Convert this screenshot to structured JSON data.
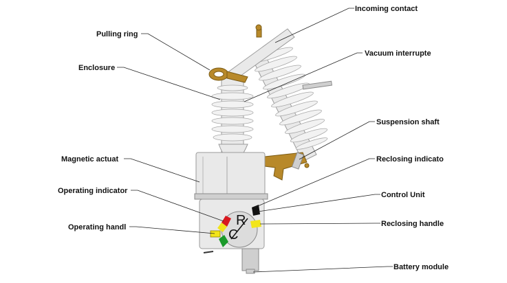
{
  "labels": {
    "incoming_contact": "Incoming contact",
    "pulling_ring": "Pulling ring",
    "vacuum_interrupter": "Vacuum interrupte",
    "enclosure": "Enclosure",
    "suspension_shaft": "Suspension shaft",
    "magnetic_actuator": "Magnetic actuat",
    "reclosing_indicator": "Reclosing indicato",
    "operating_indicator": "Operating indicator",
    "control_unit": "Control Unit",
    "reclosing_handle": "Reclosing handle",
    "operating_handle": "Operating handl",
    "battery_module": "Battery module"
  },
  "dial": {
    "top_letter": "R",
    "bottom_letter": "C"
  },
  "colors": {
    "indicator_red": "#d8191f",
    "indicator_yellow": "#f2e51b",
    "indicator_green": "#1a9a2a",
    "indicator_black": "#111111",
    "brass": "#b8892a"
  }
}
